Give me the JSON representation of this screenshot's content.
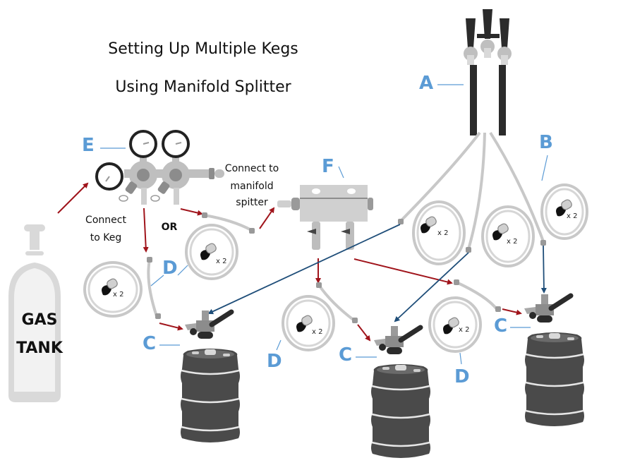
{
  "title": {
    "line1": "Setting Up Multiple Kegs",
    "line2": "Using Manifold Splitter"
  },
  "gas_tank": {
    "line1": "GAS",
    "line2": "TANK"
  },
  "notes": {
    "connect_keg_1": "Connect",
    "connect_keg_2": "to Keg",
    "or": "OR",
    "connect_manifold_1": "Connect to",
    "connect_manifold_2": "manifold",
    "connect_manifold_3": "spitter"
  },
  "labels": {
    "A": "A",
    "B": "B",
    "C": "C",
    "D": "D",
    "E": "E",
    "F": "F"
  },
  "hose_clamp_count": "x 2",
  "colors": {
    "label_blue": "#5b9bd5",
    "gas_arrow_red": "#a0141b",
    "beer_arrow_blue": "#1f4e79",
    "keg_dark": "#4a4a4a",
    "equipment_gray": "#bfbfbf"
  }
}
